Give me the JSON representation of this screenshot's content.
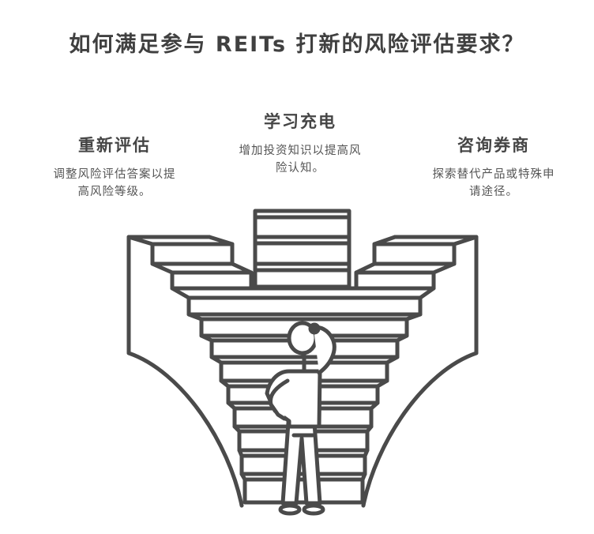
{
  "title": "如何满足参与 REITs 打新的风险评估要求？",
  "options": [
    {
      "position": "left",
      "heading": "重新评估",
      "description": "调整风险评估答案以提高风险等级。",
      "description_lines": [
        "调整风险评估答案以提",
        "高风险等级。"
      ]
    },
    {
      "position": "center",
      "heading": "学习充电",
      "description": "增加投资知识以提高风险认知。",
      "description_lines": [
        "增加投资知识以提高风",
        "险认知。"
      ]
    },
    {
      "position": "right",
      "heading": "咨询券商",
      "description": "探索替代产品或特殊申请途径。",
      "description_lines": [
        "探索替代产品或特殊申",
        "请途径。"
      ]
    }
  ],
  "illustration": {
    "subject": "person-scratching-head-facing-staircase",
    "stroke_color": "#4a4a4a",
    "background": "#ffffff"
  }
}
